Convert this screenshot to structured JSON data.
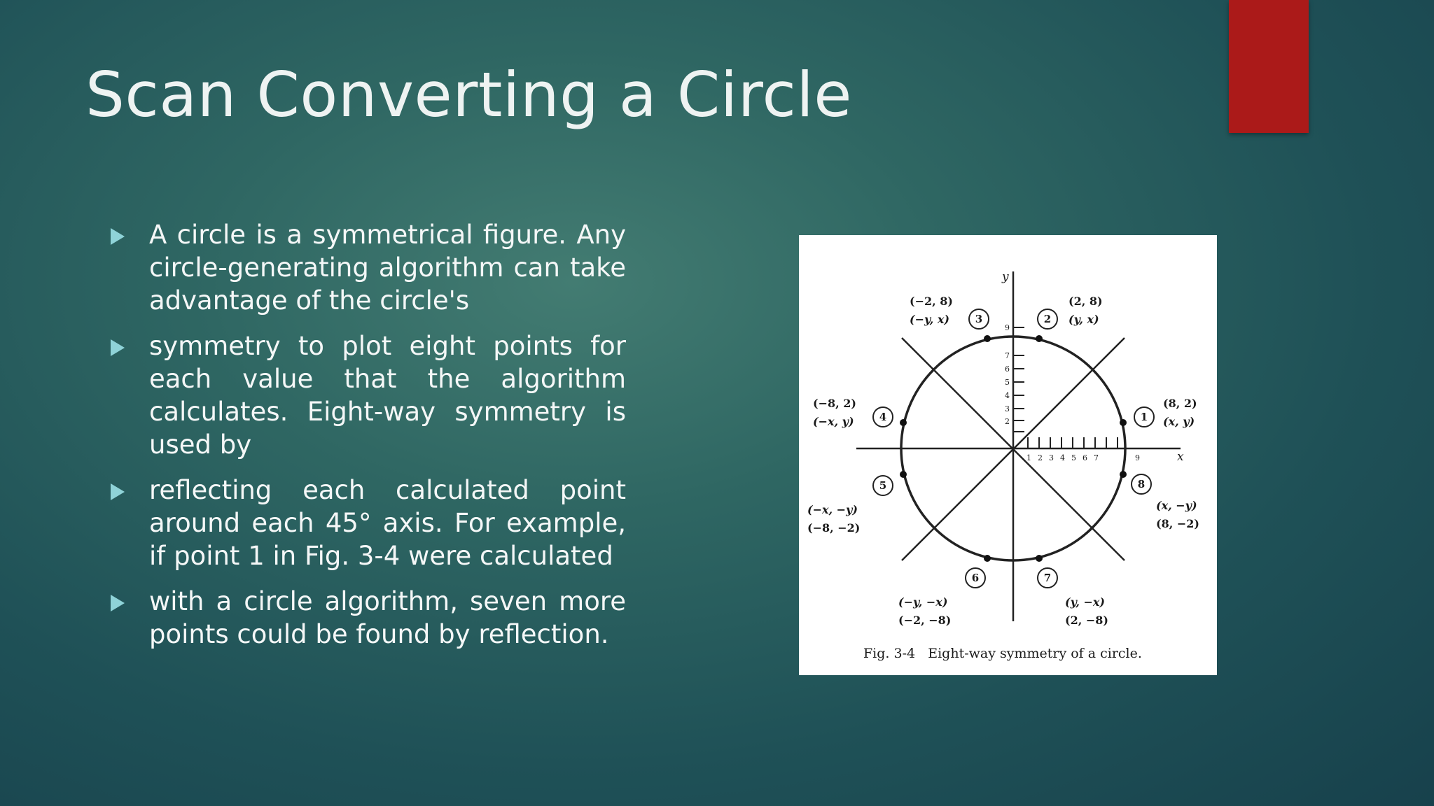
{
  "title": "Scan Converting a Circle",
  "bullets": [
    "A circle is a symmetrical figure. Any circle-generating algorithm can take advantage of the circle's",
    "symmetry to plot eight points for each value that the algorithm calculates. Eight-way symmetry is used by",
    "reflecting each calculated point around each 45° axis. For example, if point 1 in Fig. 3-4 were calculated",
    "with a circle algorithm, seven more points could be found by reflection."
  ],
  "figure": {
    "caption": "Fig. 3-4   Eight-way symmetry of a circle.",
    "axis_x": "x",
    "axis_y": "y",
    "x_ticks": [
      "1",
      "2",
      "3",
      "4",
      "5",
      "6",
      "7",
      "9"
    ],
    "y_ticks": [
      "2",
      "3",
      "4",
      "5",
      "6",
      "7",
      "9"
    ],
    "points": [
      {
        "num": "1",
        "coord": "(8, 2)",
        "sym": "(x, y)"
      },
      {
        "num": "2",
        "coord": "(2, 8)",
        "sym": "(y, x)"
      },
      {
        "num": "3",
        "coord": "(−2, 8)",
        "sym": "(−y, x)"
      },
      {
        "num": "4",
        "coord": "(−8, 2)",
        "sym": "(−x, y)"
      },
      {
        "num": "5",
        "coord": "(−8, −2)",
        "sym": "(−x, −y)"
      },
      {
        "num": "6",
        "coord": "(−2, −8)",
        "sym": "(−y, −x)"
      },
      {
        "num": "7",
        "coord": "(2, −8)",
        "sym": "(y, −x)"
      },
      {
        "num": "8",
        "coord": "(8, −2)",
        "sym": "(x, −y)"
      }
    ]
  },
  "colors": {
    "accent": "#ab1a19",
    "bullet_arrow": "#8fd3d8"
  }
}
